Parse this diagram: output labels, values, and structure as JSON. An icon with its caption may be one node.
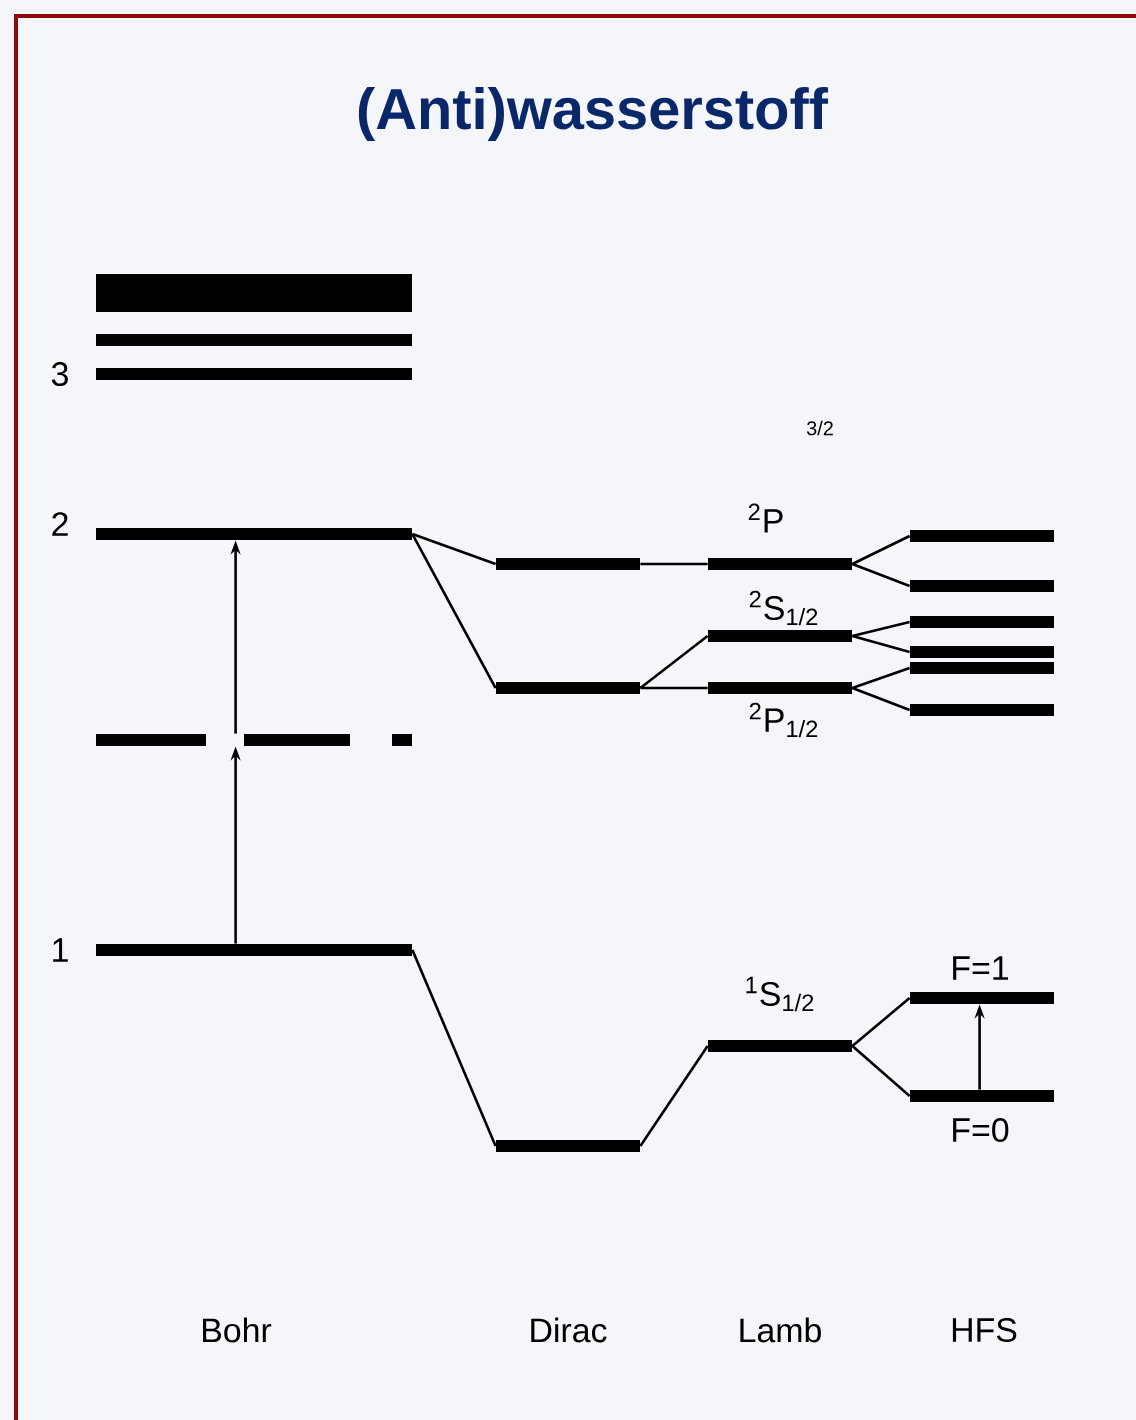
{
  "diagram": {
    "title": "(Anti)wasserstoff",
    "nodes": [
      {
        "text": [],
        "shape": "bar"
      },
      {
        "text": [],
        "shape": "bar"
      },
      {
        "text": [],
        "shape": "bar",
        "beside": [
          "3"
        ]
      },
      {
        "text": [],
        "shape": "bar",
        "beside": [
          "2"
        ]
      },
      {
        "text": [],
        "shape": "bar"
      },
      {
        "text": [],
        "shape": "bar",
        "beside": [
          "1"
        ]
      },
      {
        "text": [],
        "shape": "bar"
      },
      {
        "text": [],
        "shape": "bar"
      },
      {
        "text": [],
        "shape": "bar"
      },
      {
        "text": [],
        "shape": "bar",
        "beside": [
          "$^{2}$P"
        ]
      },
      {
        "text": [],
        "shape": "bar",
        "beside": [
          "$^{2}$S$_{1/2}$"
        ]
      },
      {
        "text": [],
        "shape": "bar",
        "beside": [
          "$^{2}$P$_{1/2}$"
        ]
      },
      {
        "text": [],
        "shape": "bar",
        "beside": [
          "$^{1}$S$_{1/2}$"
        ]
      },
      {
        "text": [],
        "shape": "bar"
      },
      {
        "text": [],
        "shape": "bar"
      },
      {
        "text": [],
        "shape": "bar"
      },
      {
        "text": [],
        "shape": "bar"
      },
      {
        "text": [],
        "shape": "bar"
      },
      {
        "text": [],
        "shape": "bar"
      },
      {
        "text": [],
        "shape": "bar",
        "beside": [
          "F=1"
        ]
      },
      {
        "text": [],
        "shape": "bar",
        "beside": [
          "F=0"
        ]
      }
    ],
    "edges": [
      {
        "from": 5,
        "to": 4,
        "arrow": "to"
      },
      {
        "from": 4,
        "to": 3,
        "arrow": "to"
      },
      {
        "from": 3,
        "to": 6,
        "arrow": "none"
      },
      {
        "from": 3,
        "to": 7,
        "arrow": "none"
      },
      {
        "from": 5,
        "to": 8,
        "arrow": "none"
      },
      {
        "from": 6,
        "to": 9,
        "arrow": "none"
      },
      {
        "from": 7,
        "to": 10,
        "arrow": "none"
      },
      {
        "from": 7,
        "to": 11,
        "arrow": "none"
      },
      {
        "from": 8,
        "to": 12,
        "arrow": "none"
      },
      {
        "from": 9,
        "to": 13,
        "arrow": "none"
      },
      {
        "from": 9,
        "to": 14,
        "arrow": "none"
      },
      {
        "from": 10,
        "to": 15,
        "arrow": "none"
      },
      {
        "from": 10,
        "to": 16,
        "arrow": "none"
      },
      {
        "from": 11,
        "to": 17,
        "arrow": "none"
      },
      {
        "from": 11,
        "to": 18,
        "arrow": "none"
      },
      {
        "from": 12,
        "to": 19,
        "arrow": "none"
      },
      {
        "from": 12,
        "to": 20,
        "arrow": "none"
      },
      {
        "from": 20,
        "to": 19,
        "arrow": "to"
      }
    ],
    "labels": [
      "3/2",
      "Bohr",
      "Dirac",
      "Lamb",
      "HFS"
    ]
  }
}
